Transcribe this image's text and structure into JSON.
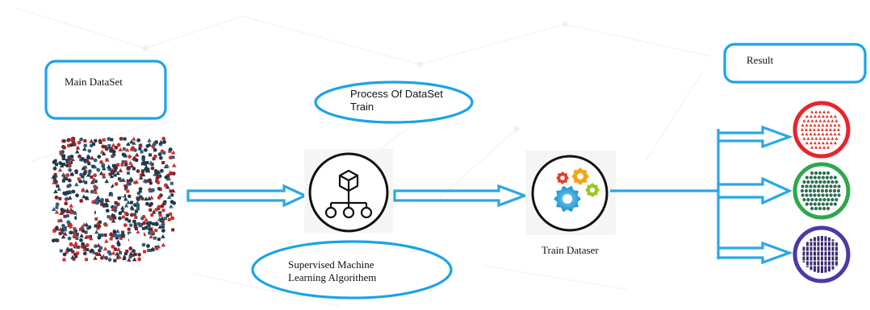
{
  "labels": {
    "main_dataset": "Main DataSet",
    "process_line1": "Process Of DataSet",
    "process_line2": "Train",
    "algo_line1": "Supervised Machine",
    "algo_line2": "Learning Algorithem",
    "train_dataset": "Train Dataser",
    "result": "Result"
  },
  "colors": {
    "accent_blue": "#1aa3e8",
    "result_red": "#e8242b",
    "result_green": "#2ea84a",
    "result_purple": "#4a3aa8",
    "dots_red": "#e0362c",
    "dots_green": "#2b6e4f",
    "dots_purple": "#3a2a6e",
    "dataset_dark": "#1f3a4a",
    "dataset_red": "#c8332b"
  },
  "icons": {
    "algorithm": "hierarchy-network-icon",
    "train": "gears-icon"
  },
  "results": [
    {
      "name": "red-triangles-class",
      "shape": "triangle"
    },
    {
      "name": "green-dots-class",
      "shape": "circle"
    },
    {
      "name": "purple-bars-class",
      "shape": "bar"
    }
  ]
}
